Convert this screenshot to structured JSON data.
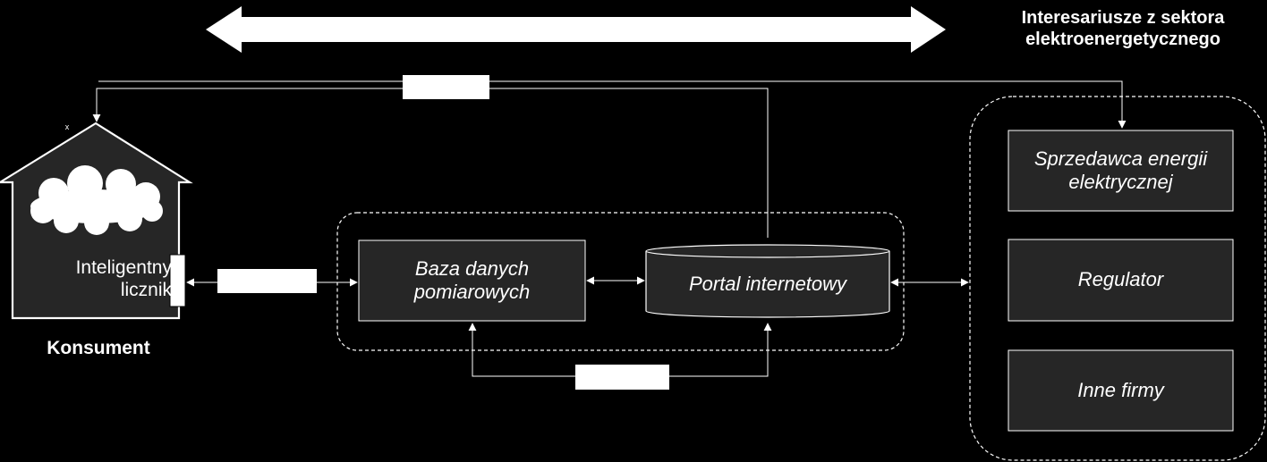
{
  "colors": {
    "background": "#000000",
    "foreground": "#ffffff",
    "box_fill": "#262626"
  },
  "stakeholders": {
    "title": "Interesariusze z sektora elektroenergetycznego",
    "items": [
      {
        "label": "Sprzedawca energii elektrycznej"
      },
      {
        "label": "Regulator"
      },
      {
        "label": "Inne firmy"
      }
    ]
  },
  "consumer": {
    "label": "Konsument",
    "meter_label": "Inteligentny licznik",
    "mark": "x",
    "icons": {
      "house": "house-icon",
      "cloud": "cloud-icon"
    }
  },
  "system": {
    "database_label": "Baza danych pomiarowych",
    "portal_label": "Portal internetowy"
  }
}
